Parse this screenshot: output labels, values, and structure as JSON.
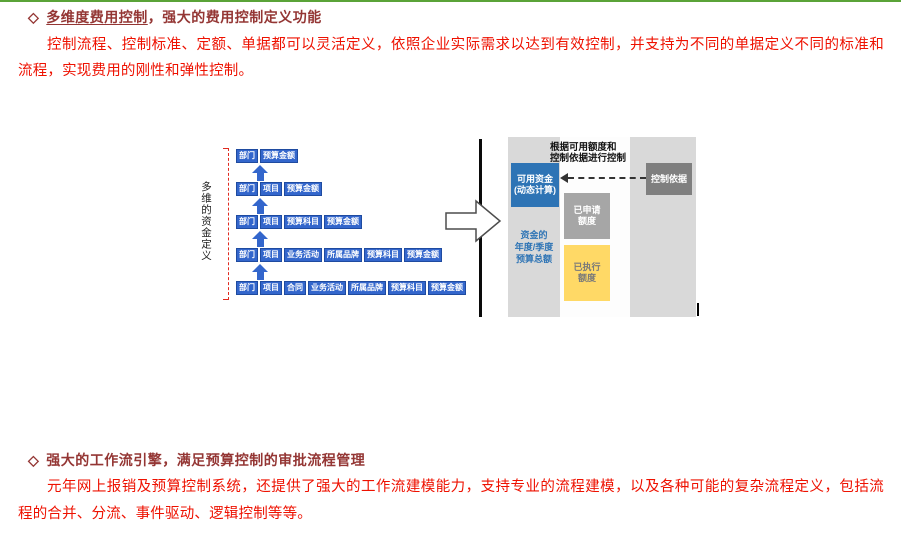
{
  "section1": {
    "bullet": "◇",
    "heading_part1": "多维度费用控制",
    "heading_part2": "，强大的费用控制定义功能",
    "paragraph": "控制流程、控制标准、定额、单据都可以灵活定义，依照企业实际需求以达到有效控制，并支持为不同的单据定义不同的标准和流程，实现费用的刚性和弹性控制。"
  },
  "diagram": {
    "left": {
      "axis_label": "多维的资金定义",
      "rows": [
        {
          "boxes": [
            "部门",
            "预算金额"
          ]
        },
        {
          "boxes": [
            "部门",
            "项目",
            "预算金额"
          ]
        },
        {
          "boxes": [
            "部门",
            "项目",
            "预算科目",
            "预算金额"
          ]
        },
        {
          "boxes": [
            "部门",
            "项目",
            "业务活动",
            "所属品牌",
            "预算科目",
            "预算金额"
          ]
        },
        {
          "boxes": [
            "部门",
            "项目",
            "合同",
            "业务活动",
            "所属品牌",
            "预算科目",
            "预算金额"
          ]
        }
      ]
    },
    "right": {
      "title_line1": "根据可用额度和",
      "title_line2": "控制依据进行控制",
      "available_box_line1": "可用资金",
      "available_box_line2": "(动态计算)",
      "control_box": "控制依据",
      "applied_box_line1": "已申请",
      "applied_box_line2": "额度",
      "executed_box_line1": "已执行",
      "executed_box_line2": "额度",
      "total_label_line1": "资金的",
      "total_label_line2": "年度/季度",
      "total_label_line3": "预算总额"
    }
  },
  "section2": {
    "bullet": "◇",
    "heading": "强大的工作流引擎，满足预算控制的审批流程管理",
    "paragraph": "元年网上报销及预算控制系统，还提供了强大的工作流建模能力，支持专业的流程建模，以及各种可能的复杂流程定义，包括流程的合并、分流、事件驱动、逻辑控制等等。"
  },
  "colors": {
    "top_rule_green": "#5aa338",
    "heading_red": "#943634",
    "body_red": "#ee1100",
    "dimension_blue": "#3366cc",
    "panel_gray": "#d9d9d9",
    "available_blue": "#2e74b5",
    "control_gray": "#7f7f7f",
    "applied_gray": "#a6a6a6",
    "executed_yellow": "#ffd966"
  }
}
